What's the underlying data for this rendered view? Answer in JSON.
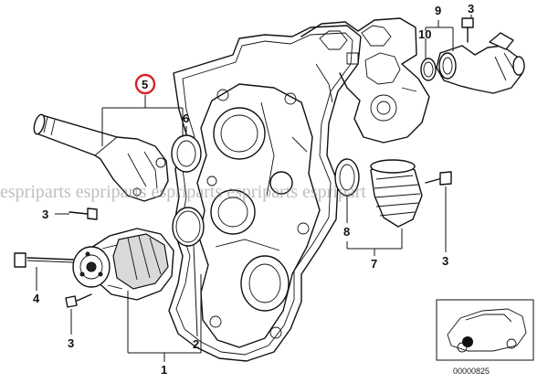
{
  "callouts": {
    "p1": "1",
    "p2": "2",
    "p3a": "3",
    "p3b": "3",
    "p3c": "3",
    "p3d": "3",
    "p4": "4",
    "p5": "5",
    "p6": "6",
    "p7": "7",
    "p8": "8",
    "p9": "9",
    "p10": "10"
  },
  "highlight": {
    "part": "5",
    "color": "#d8202a"
  },
  "watermark": "espriparts espriparts espriparts espriparts espripart",
  "diagram_id": "00000825"
}
